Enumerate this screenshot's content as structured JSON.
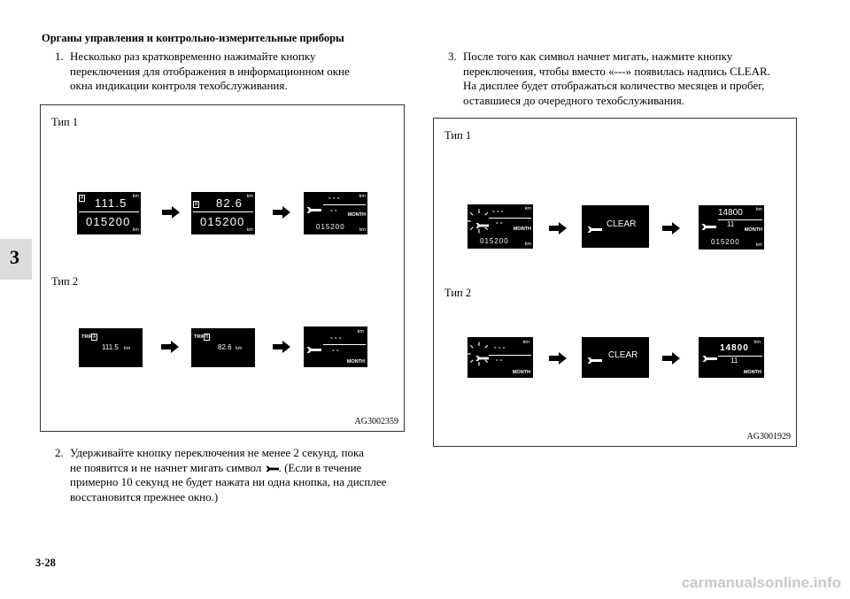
{
  "header": "Органы управления и контрольно-измерительные приборы",
  "side_tab": "3",
  "page_number": "3-28",
  "watermark": "carmanualsonline.info",
  "step1": {
    "num": "1.",
    "text": [
      "Несколько раз кратковременно нажимайте кнопку",
      "переключения для отображения в информационном окне",
      "окна индикации контроля техобслуживания."
    ]
  },
  "step2": {
    "num": "2.",
    "text": [
      "Удерживайте кнопку переключения не менее 2 секунд, пока",
      "не появится и не начнет мигать символ",
      ". (Если в течение",
      "примерно 10 секунд не будет нажата ни одна кнопка, на дисплее",
      "восстановится прежнее окно.)"
    ]
  },
  "step3": {
    "num": "3.",
    "text": [
      "После того как символ начнет мигать, нажмите кнопку",
      "переключения, чтобы вместо «---» появилась надпись CLEAR.",
      "На дисплее будет отображаться количество месяцев и пробег,",
      "оставшиеся до очередного техобслуживания."
    ]
  },
  "fig_left": {
    "type1": "Тип 1",
    "type2": "Тип 2",
    "code": "AG3002359",
    "t1d1": {
      "badge": "A",
      "top": "111.5",
      "km_top": "km",
      "bottom": "015200",
      "km_bottom": "km"
    },
    "t1d2": {
      "badge": "B",
      "top": "82.6",
      "km_top": "km",
      "bottom": "015200",
      "km_bottom": "km"
    },
    "t1d3": {
      "km_top": "km",
      "dashes1": "- - -",
      "dashes2": "- -",
      "month": "MONTH",
      "bottom": "015200",
      "km_bottom": "km"
    },
    "t2d1": {
      "trip": "TRIP",
      "trip_badge": "A",
      "value": "111.5",
      "unit": "km"
    },
    "t2d2": {
      "trip": "TRIP",
      "trip_badge": "B",
      "value": "82.6",
      "unit": "km"
    },
    "t2d3": {
      "km_top": "km",
      "dashes1": "- - -",
      "dashes2": "- -",
      "month": "MONTH"
    }
  },
  "fig_right": {
    "type1": "Тип 1",
    "type2": "Тип 2",
    "code": "AG3001929",
    "t1d1": {
      "km_top": "km",
      "dashes1": "- - -",
      "dashes2": "- -",
      "month": "MONTH",
      "bottom": "015200",
      "km_bottom": "km"
    },
    "t1d2": {
      "clear": "CLEAR"
    },
    "t1d3": {
      "km_top": "km",
      "distance": "14800",
      "months": "11",
      "month": "MONTH",
      "bottom": "015200",
      "km_bottom": "km"
    },
    "t2d1": {
      "km_top": "km",
      "dashes1": "- - -",
      "dashes2": "- -",
      "month": "MONTH"
    },
    "t2d2": {
      "clear": "CLEAR"
    },
    "t2d3": {
      "km_top": "km",
      "distance": "14800",
      "months": "11",
      "month": "MONTH"
    }
  }
}
